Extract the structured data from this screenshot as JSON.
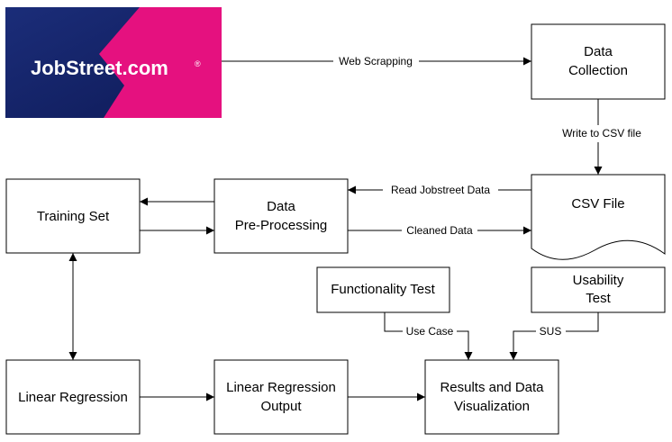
{
  "logo": {
    "text": "JobStreet.com",
    "mark": "®"
  },
  "nodes": {
    "data_collection": [
      "Data",
      "Collection"
    ],
    "csv_file": [
      "CSV File"
    ],
    "training_set": [
      "Training Set"
    ],
    "data_preprocessing": [
      "Data",
      "Pre-Processing"
    ],
    "functionality_test": [
      "Functionality Test"
    ],
    "usability_test": [
      "Usability",
      "Test"
    ],
    "linear_regression": [
      "Linear Regression"
    ],
    "linear_regression_output": [
      "Linear Regression",
      "Output"
    ],
    "results_visualization": [
      "Results and Data",
      "Visualization"
    ]
  },
  "edges": {
    "web_scrapping": "Web Scrapping",
    "write_csv": "Write to CSV file",
    "read_jobstreet": "Read Jobstreet Data",
    "cleaned_data": "Cleaned Data",
    "use_case": "Use Case",
    "sus": "SUS"
  }
}
